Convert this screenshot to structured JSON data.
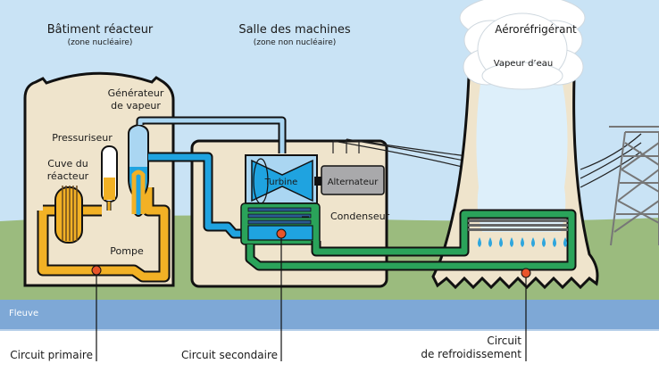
{
  "labels": {
    "reactor_building": "Bâtiment réacteur",
    "reactor_building_sub": "(zone nucléaire)",
    "machine_hall": "Salle des machines",
    "machine_hall_sub": "(zone non nucléaire)",
    "cooling_tower": "Aéroréfrigérant",
    "water_vapor": "Vapeur d’eau",
    "steam_generator_1": "Générateur",
    "steam_generator_2": "de vapeur",
    "pressurizer": "Pressuriseur",
    "reactor_vessel_1": "Cuve du",
    "reactor_vessel_2": "réacteur",
    "pump": "Pompe",
    "turbine": "Turbine",
    "alternator": "Alternateur",
    "condenser": "Condenseur",
    "river": "Fleuve",
    "primary_circuit": "Circuit primaire",
    "secondary_circuit": "Circuit secondaire",
    "cooling_circuit_1": "Circuit",
    "cooling_circuit_2": "de refroidissement"
  },
  "colors": {
    "sky": "#c9e3f5",
    "ground": "#9bbb7e",
    "river": "#7ea8d6",
    "building": "#efe4cc",
    "primary": "#f2b125",
    "secondary": "#1fa3e0",
    "cooling": "#2aa35a",
    "marker": "#e8542a",
    "alternator": "#a9a9ab"
  }
}
